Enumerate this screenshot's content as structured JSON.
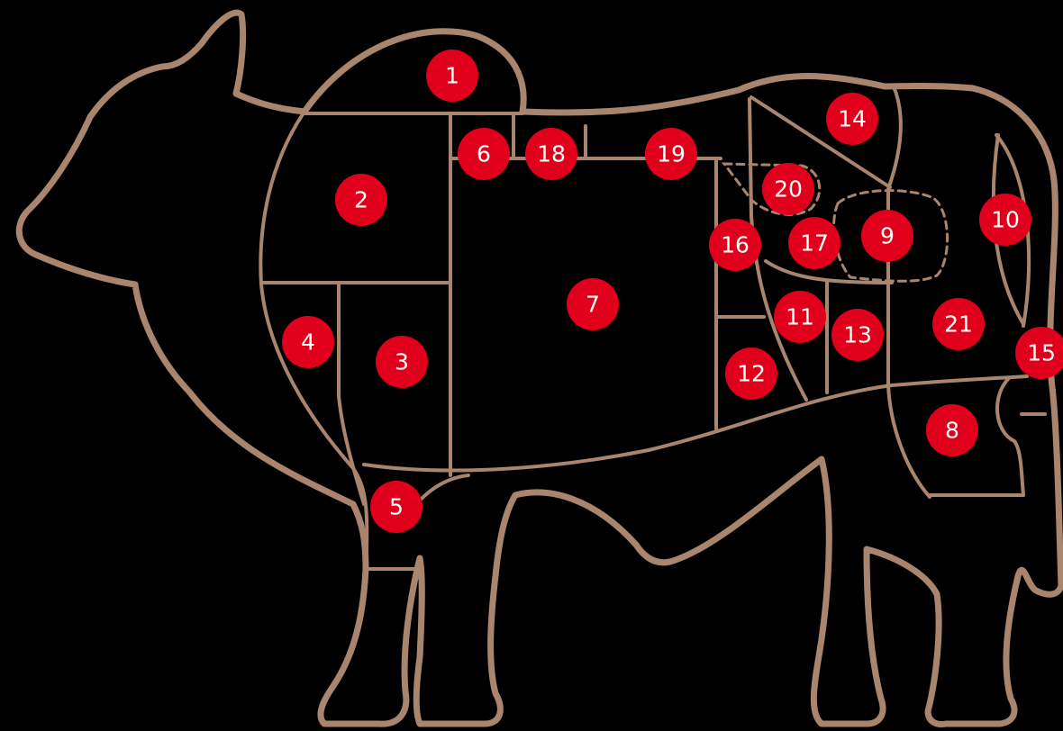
{
  "diagram": {
    "colors": {
      "background": "#000000",
      "outline": "#a8856c",
      "marker": "#e0001b",
      "marker_text": "#ffffff"
    },
    "cuts": [
      {
        "id": "1",
        "label": "1"
      },
      {
        "id": "2",
        "label": "2"
      },
      {
        "id": "3",
        "label": "3"
      },
      {
        "id": "4",
        "label": "4"
      },
      {
        "id": "5",
        "label": "5"
      },
      {
        "id": "6",
        "label": "6"
      },
      {
        "id": "7",
        "label": "7"
      },
      {
        "id": "8",
        "label": "8"
      },
      {
        "id": "9",
        "label": "9"
      },
      {
        "id": "10",
        "label": "10"
      },
      {
        "id": "11",
        "label": "11"
      },
      {
        "id": "12",
        "label": "12"
      },
      {
        "id": "13",
        "label": "13"
      },
      {
        "id": "14",
        "label": "14"
      },
      {
        "id": "15",
        "label": "15"
      },
      {
        "id": "16",
        "label": "16"
      },
      {
        "id": "17",
        "label": "17"
      },
      {
        "id": "18",
        "label": "18"
      },
      {
        "id": "19",
        "label": "19"
      },
      {
        "id": "20",
        "label": "20"
      },
      {
        "id": "21",
        "label": "21"
      }
    ]
  }
}
